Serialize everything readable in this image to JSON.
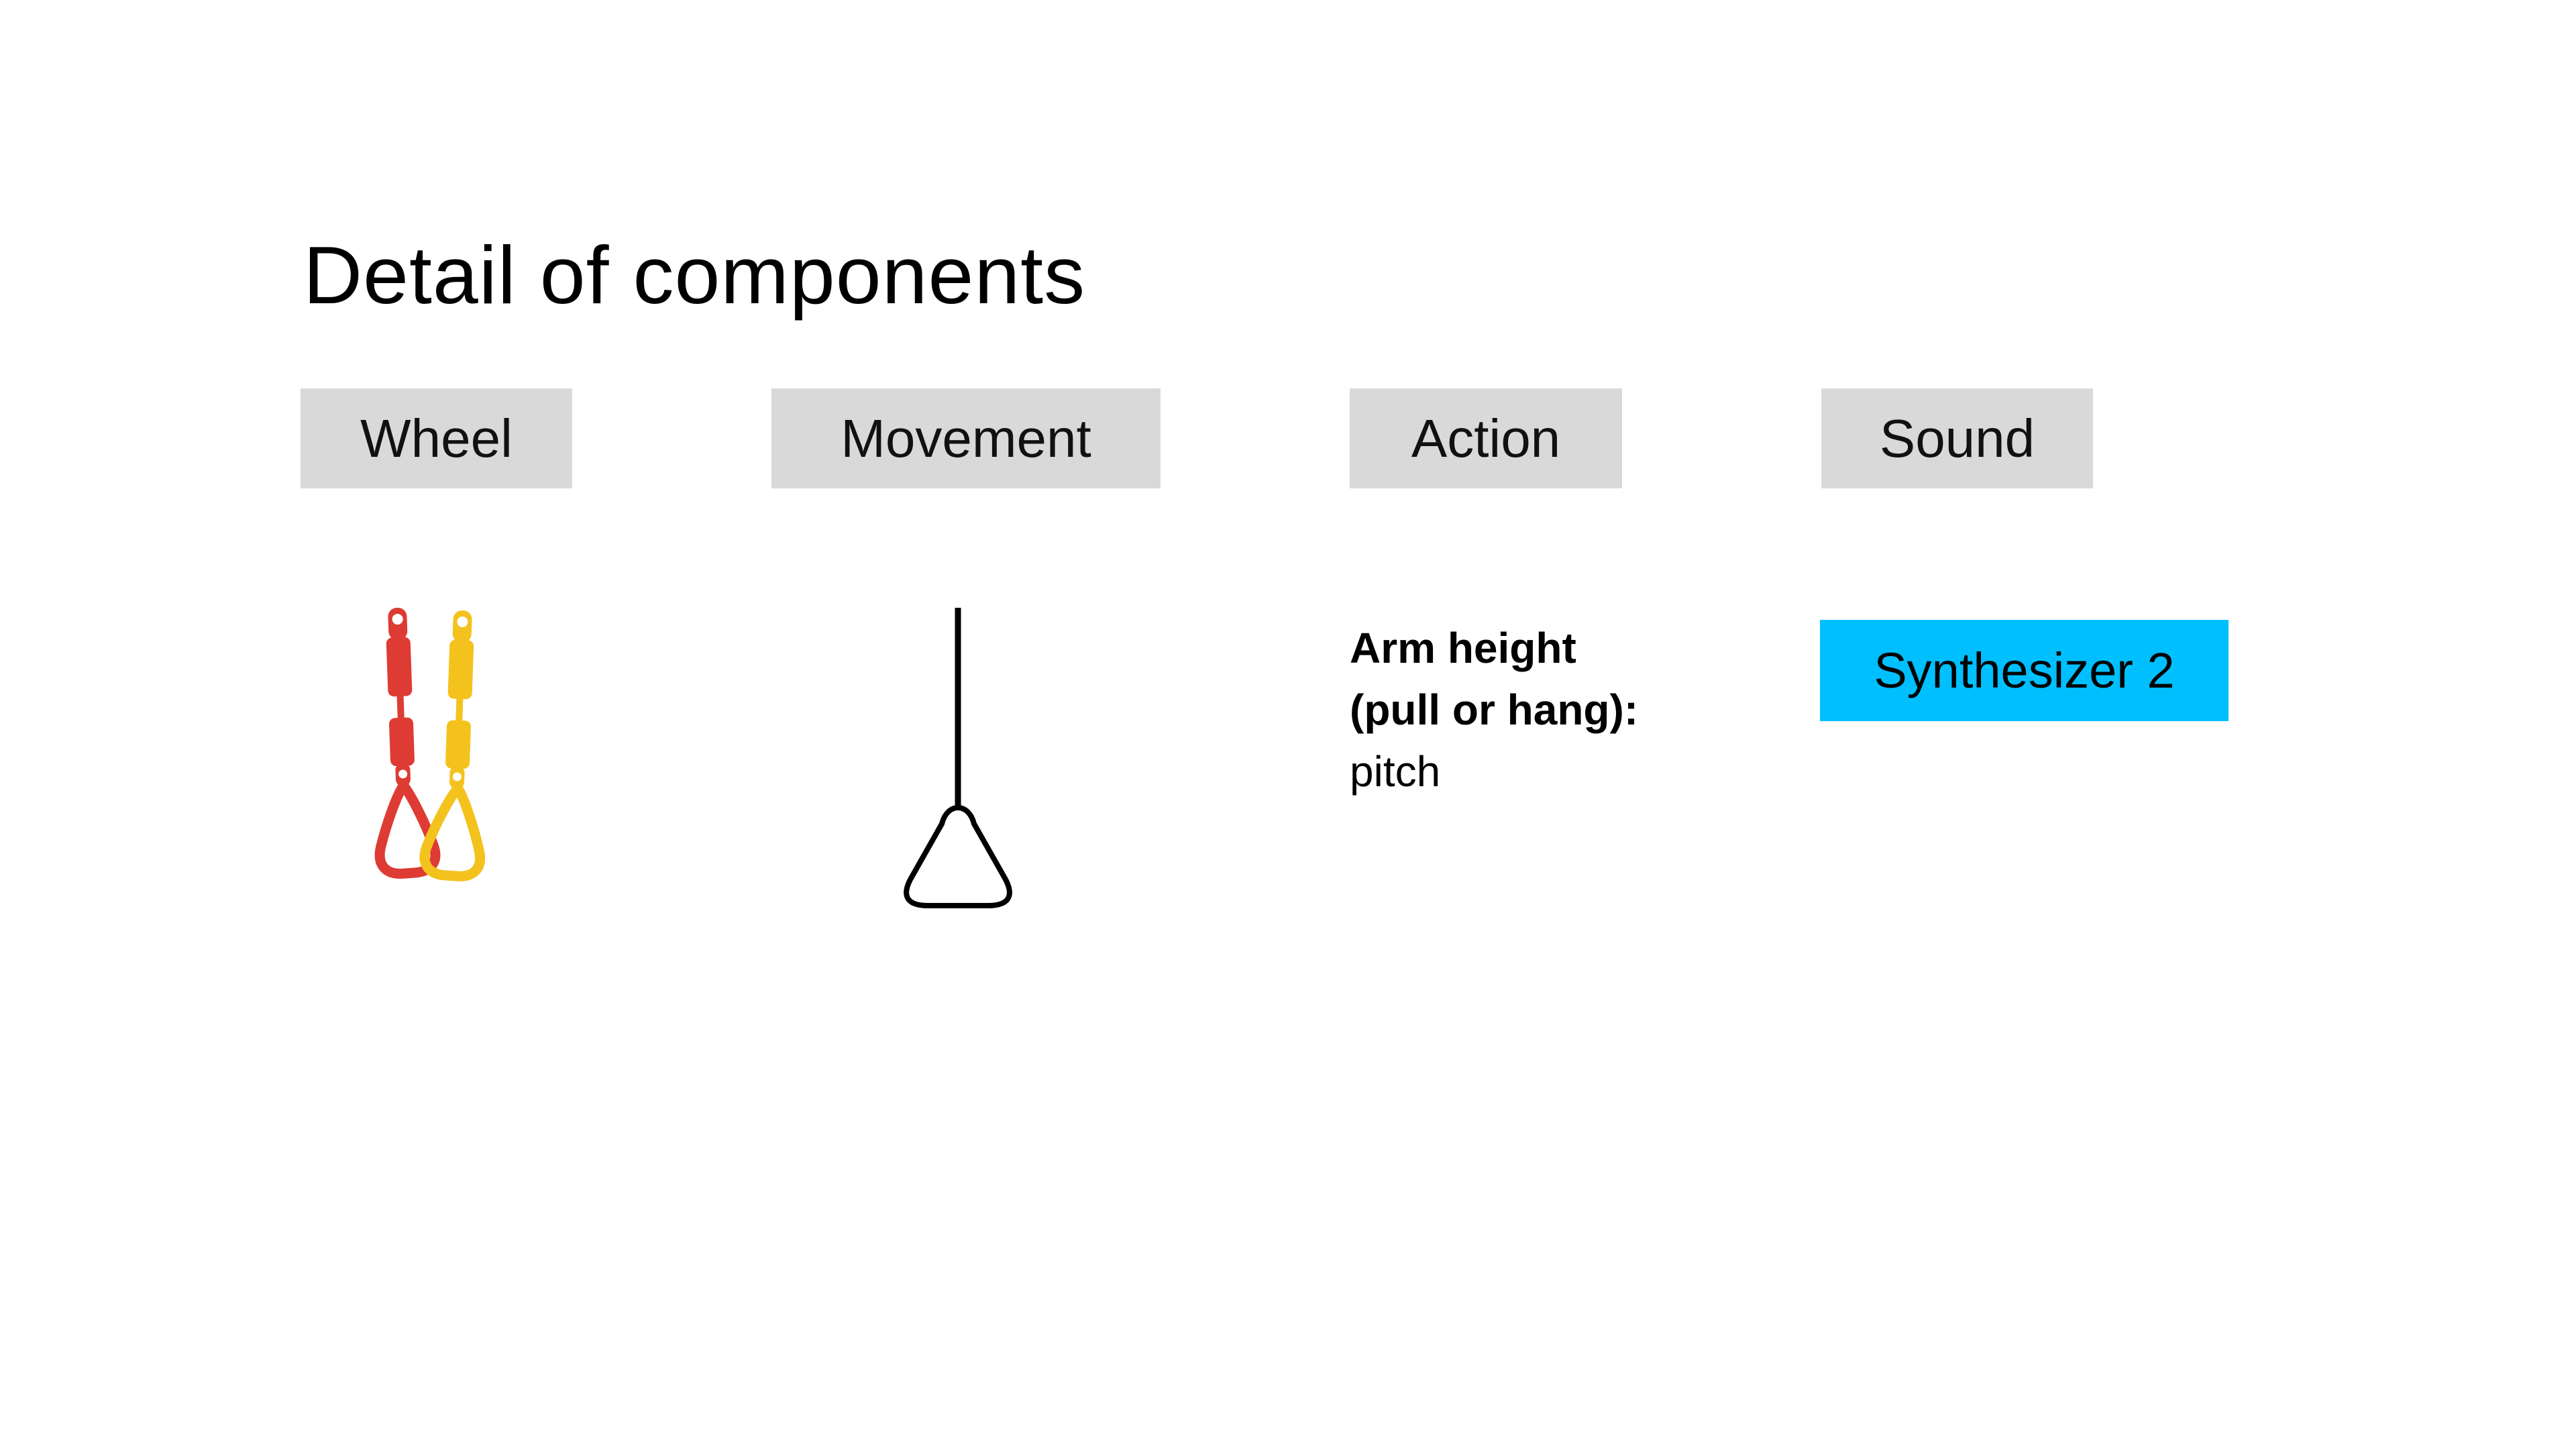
{
  "slide": {
    "title": "Detail of components"
  },
  "columns": [
    {
      "id": "wheel",
      "label": "Wheel"
    },
    {
      "id": "movement",
      "label": "Movement"
    },
    {
      "id": "action",
      "label": "Action"
    },
    {
      "id": "sound",
      "label": "Sound"
    }
  ],
  "cells": {
    "wheel": {
      "icon": "trapeze-rings-red-yellow"
    },
    "movement": {
      "icon": "hanging-triangle-ring"
    },
    "action": {
      "line1": "Arm height",
      "line2": "(pull or hang):",
      "line3": "pitch"
    },
    "sound": {
      "value": "Synthesizer 2"
    }
  },
  "colors": {
    "header_bg": "#d9d9d9",
    "sound_bg": "#00bfff",
    "ring_red": "#dd3b33",
    "ring_yellow": "#f4c21d",
    "line_black": "#000000"
  }
}
